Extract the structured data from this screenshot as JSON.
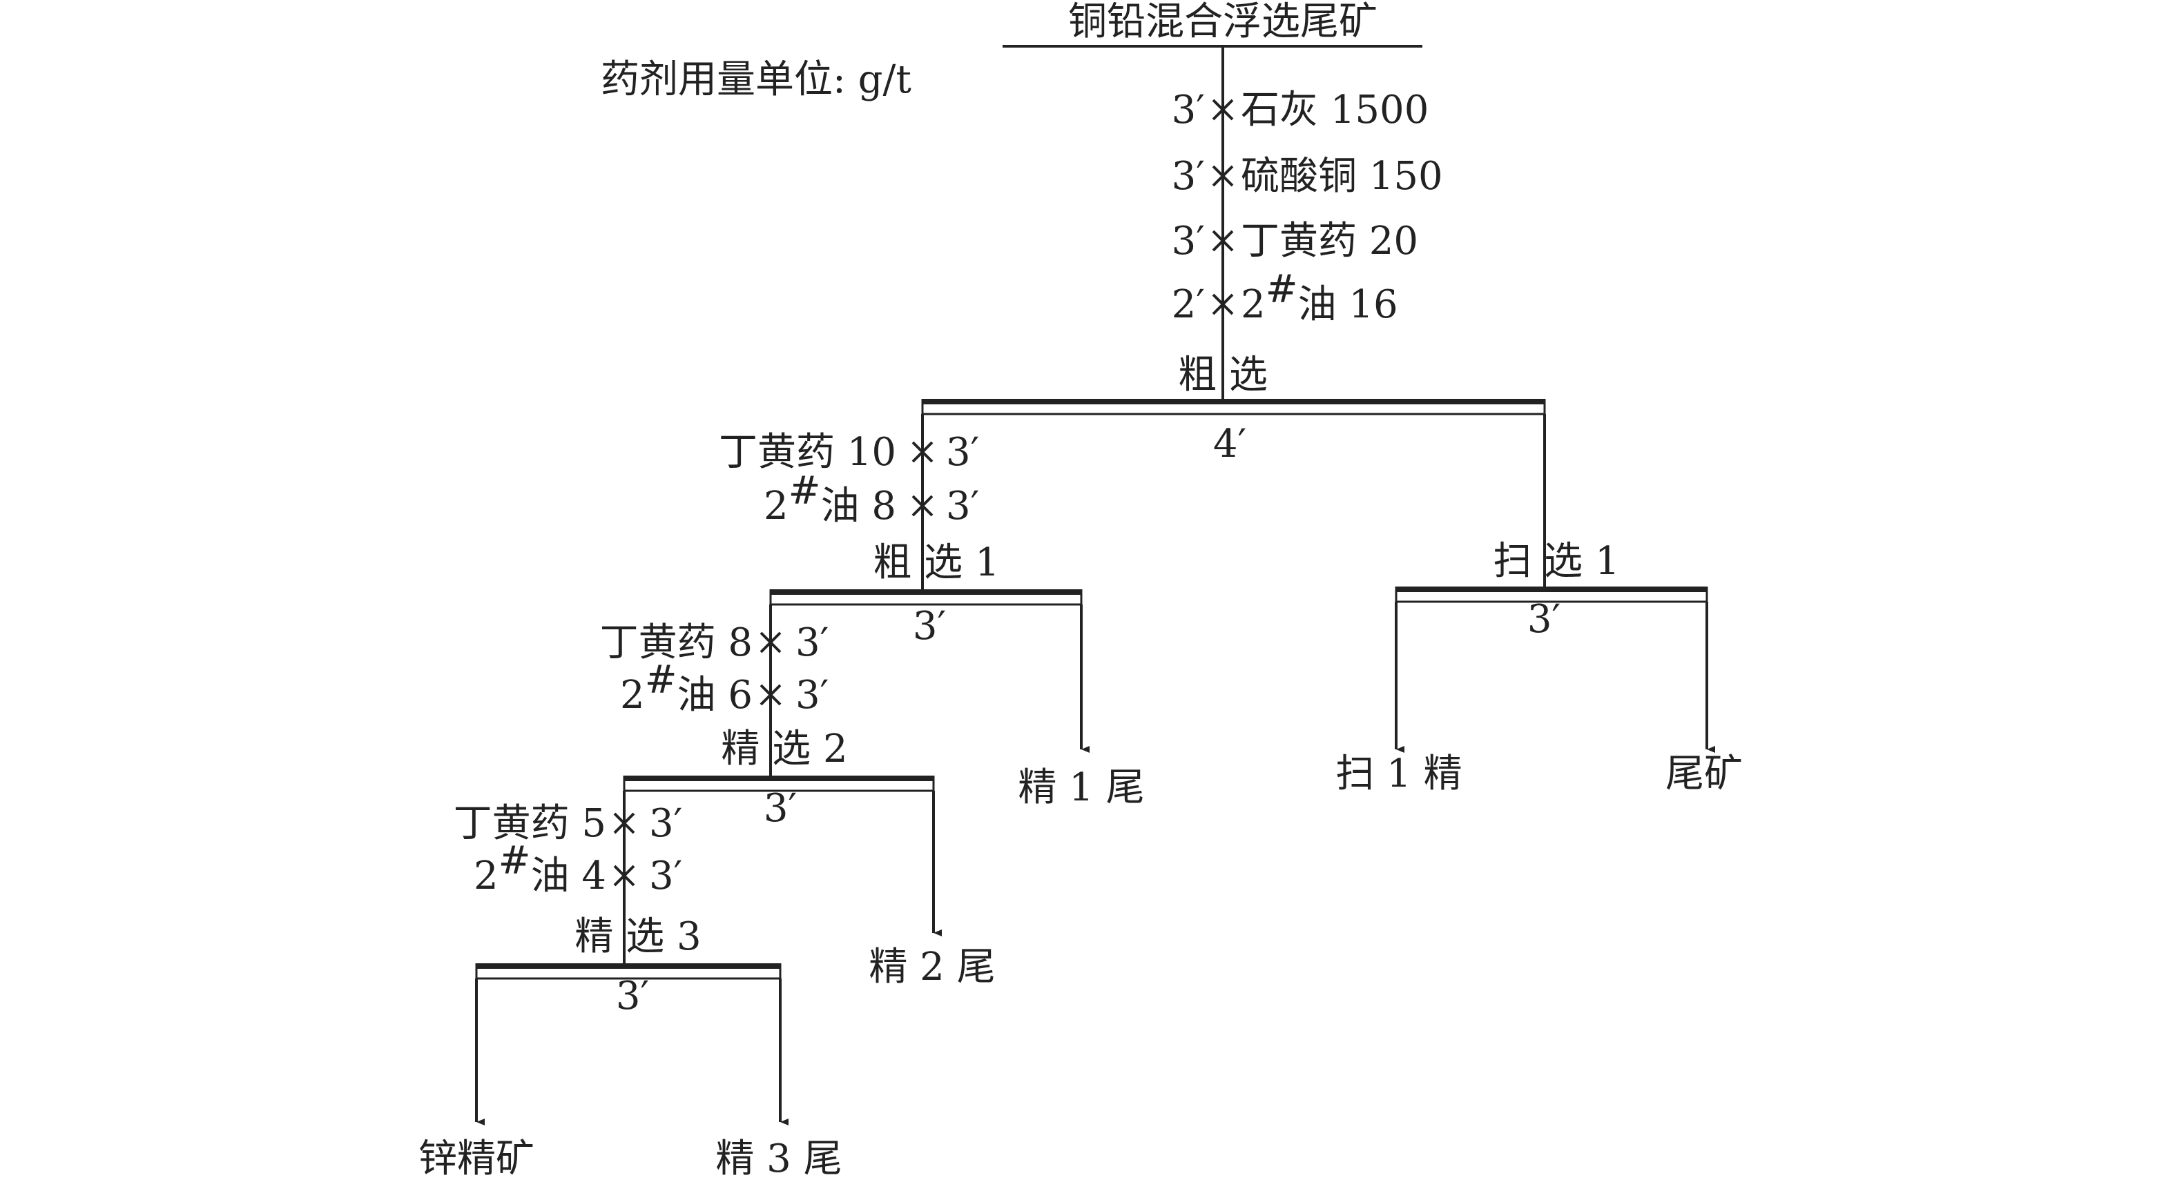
{
  "feed": "铜铅混合浮选尾矿",
  "unit_note": "药剂用量单位: g/t",
  "reagents_main": [
    {
      "time": "3′",
      "reagent": "石灰 1500"
    },
    {
      "time": "3′",
      "reagent": "硫酸铜 150"
    },
    {
      "time": "3′",
      "reagent": "丁黄药 20"
    },
    {
      "time": "2′",
      "reagent": "2",
      "sup": "#",
      "rest": "油 16"
    }
  ],
  "rougher": {
    "label": "粗 选",
    "time": "4′"
  },
  "reagents_stage1": [
    {
      "reagent": "丁黄药 10",
      "time": "3′"
    },
    {
      "reagent": "2",
      "sup": "#",
      "rest": "油 8",
      "time": "3′"
    }
  ],
  "stage1": {
    "label": "粗 选 1",
    "time": "3′"
  },
  "reagents_stage2": [
    {
      "reagent": "丁黄药 8",
      "time": "3′"
    },
    {
      "reagent": "2",
      "sup": "#",
      "rest": "油 6",
      "time": "3′"
    }
  ],
  "stage2": {
    "label": "精 选 2",
    "time": "3′"
  },
  "reagents_stage3": [
    {
      "reagent": "丁黄药 5",
      "time": "3′"
    },
    {
      "reagent": "2",
      "sup": "#",
      "rest": "油 4",
      "time": "3′"
    }
  ],
  "stage3": {
    "label": "精 选 3",
    "time": "3′"
  },
  "scavenger": {
    "label": "扫 选 1",
    "time": "3′"
  },
  "products": {
    "zinc_concentrate": "锌精矿",
    "cleaner3_tailings": "精 3 尾",
    "cleaner2_tailings": "精 2 尾",
    "cleaner1_tailings": "精 1 尾",
    "scavenger_concentrate": "扫 1 精",
    "final_tailings": "尾矿"
  }
}
